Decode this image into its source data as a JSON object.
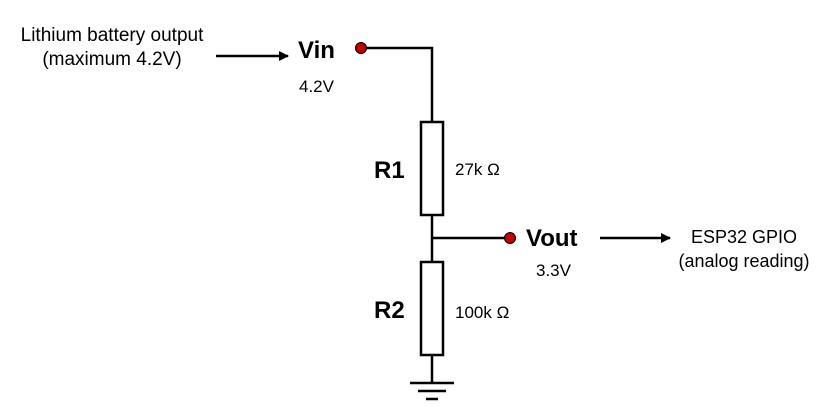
{
  "source": {
    "line1": "Lithium battery output",
    "line2": "(maximum 4.2V)"
  },
  "vin": {
    "label": "Vin",
    "voltage": "4.2V"
  },
  "r1": {
    "label": "R1",
    "value": "27k Ω"
  },
  "r2": {
    "label": "R2",
    "value": "100k Ω"
  },
  "vout": {
    "label": "Vout",
    "voltage": "3.3V"
  },
  "destination": {
    "line1": "ESP32 GPIO",
    "line2": "(analog reading)"
  },
  "colors": {
    "wire": "#000000",
    "node": "#c00000"
  }
}
